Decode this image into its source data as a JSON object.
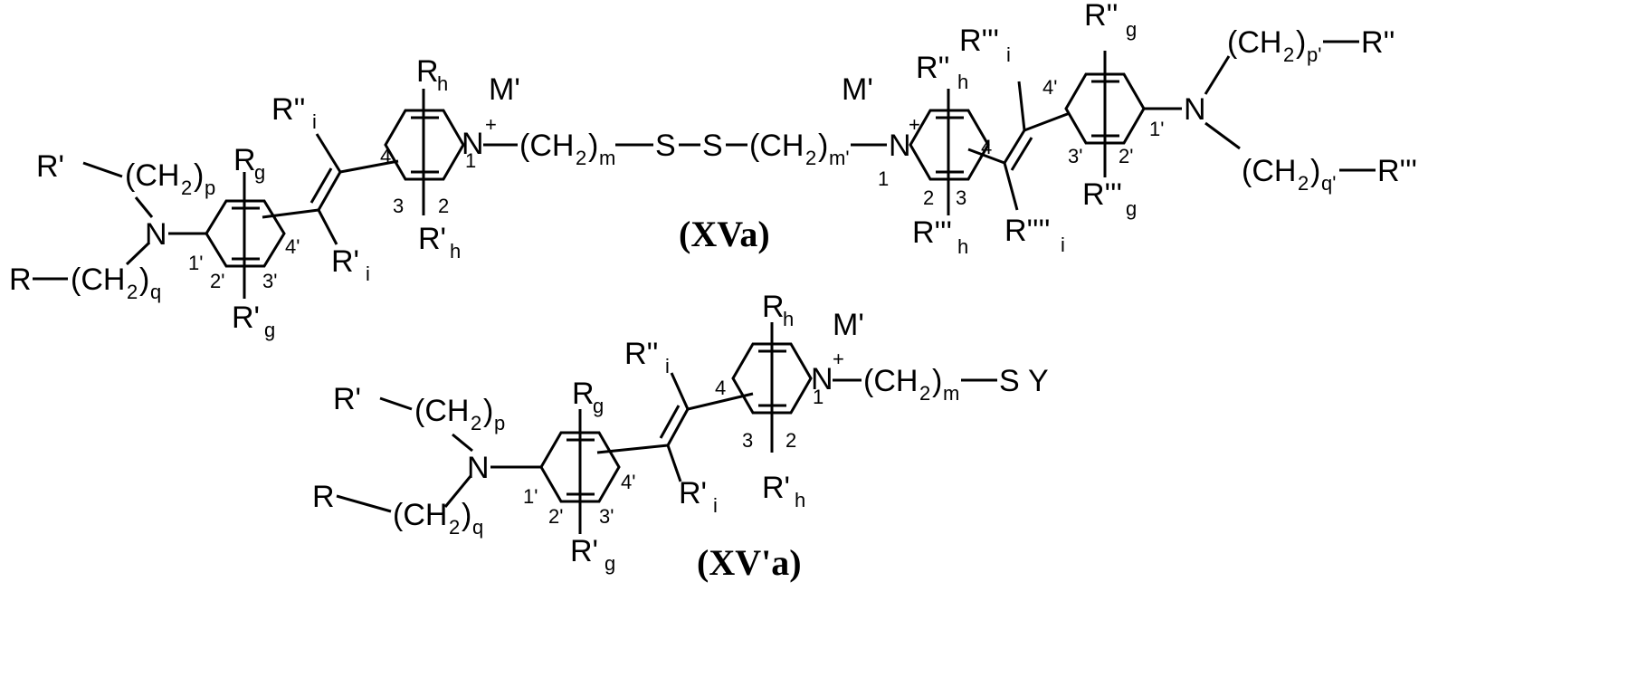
{
  "figure": {
    "compound_labels": {
      "top": "(XVa)",
      "bottom": "(XV'a)"
    },
    "text": {
      "N": "N",
      "plus": "+",
      "M_prime": "M'",
      "R": "R",
      "R_prime": "R'",
      "R_dprime": "R''",
      "R_tprime": "R'''",
      "R_qprime": "R''''",
      "CH2_open": "(CH",
      "two": "2",
      "close": ")",
      "sub_p": "p",
      "sub_q": "q",
      "sub_m": "m",
      "sub_m_prime": "m'",
      "sub_p_prime": "p'",
      "sub_q_prime": "q'",
      "sub_g": "g",
      "sub_h": "h",
      "sub_i": "i",
      "S": "S",
      "Y": "Y",
      "pos_1": "1",
      "pos_2": "2",
      "pos_3": "3",
      "pos_4": "4",
      "pos_1p": "1'",
      "pos_2p": "2'",
      "pos_3p": "3'",
      "pos_4p": "4'"
    }
  }
}
